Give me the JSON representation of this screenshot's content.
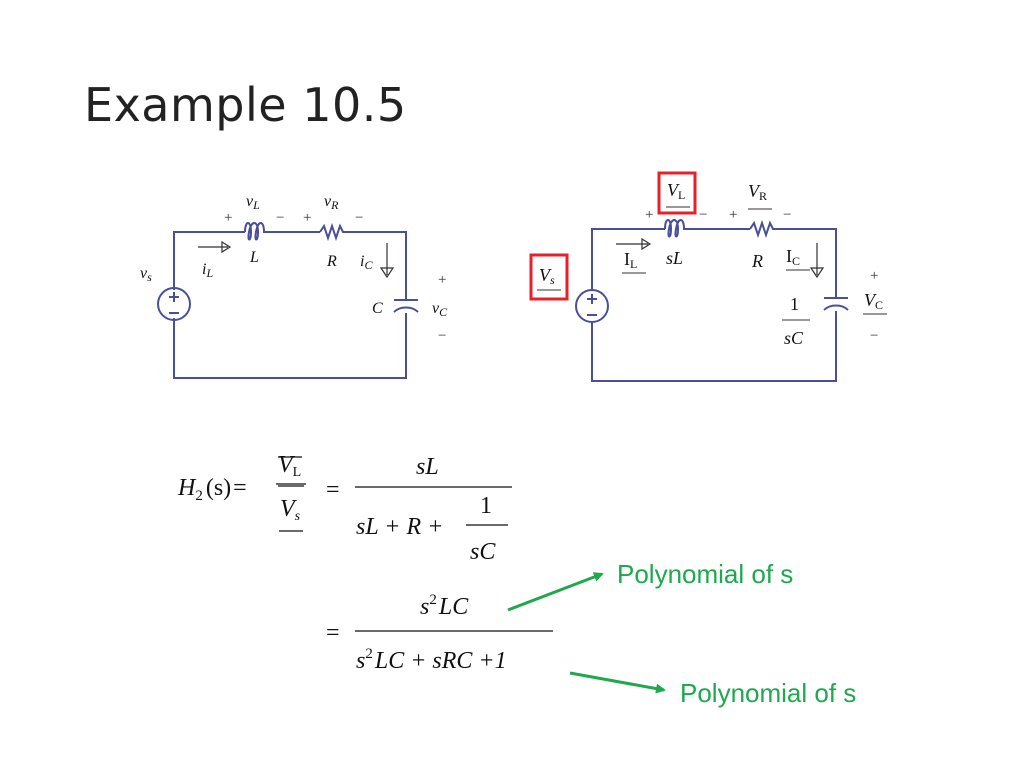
{
  "slide": {
    "title": "Example 10.5"
  },
  "colors": {
    "wire": "#4a4f9c",
    "highlight": "#e8202a",
    "arrow": "#1fa84e",
    "note_text": "#1fa84e",
    "text": "#111111"
  },
  "circuit_left": {
    "vL_sym": "v",
    "vL_sub": "L",
    "vR_sym": "v",
    "vR_sub": "R",
    "plus": "+",
    "minus": "−",
    "iL_sym": "i",
    "iL_sub": "L",
    "L": "L",
    "R": "R",
    "iC_sym": "i",
    "iC_sub": "C",
    "vs_sym": "v",
    "vs_sub": "s",
    "C": "C",
    "vC_sym": "v",
    "vC_sub": "C"
  },
  "circuit_right": {
    "VL_sym": "V",
    "VL_sub": "L",
    "VR_sym": "V",
    "VR_sub": "R",
    "IL_sym": "I",
    "IL_sub": "L",
    "sL": "sL",
    "R": "R",
    "IC_sym": "I",
    "IC_sub": "C",
    "Vs_sym": "V",
    "Vs_sub": "s",
    "cap_num": "1",
    "cap_den": "sC",
    "VC_sym": "V",
    "VC_sub": "C"
  },
  "equation": {
    "H": "H",
    "H_sub": "2",
    "H_arg": "(s)",
    "equals": "=",
    "VL_sym": "V",
    "VL_sub": "L",
    "Vs_sym": "V",
    "Vs_sub": "s",
    "line1_num": "sL",
    "line1_den_a": "sL + R +",
    "line1_den_frac_num": "1",
    "line1_den_frac_den": "sC",
    "line2_num_s": "s",
    "line2_num_exp": "2",
    "line2_num_rest": "LC",
    "line2_den_s": "s",
    "line2_den_exp": "2",
    "line2_den_rest": "LC + sRC +1"
  },
  "notes": {
    "numerator": "Polynomial of s",
    "denominator": "Polynomial of s"
  }
}
